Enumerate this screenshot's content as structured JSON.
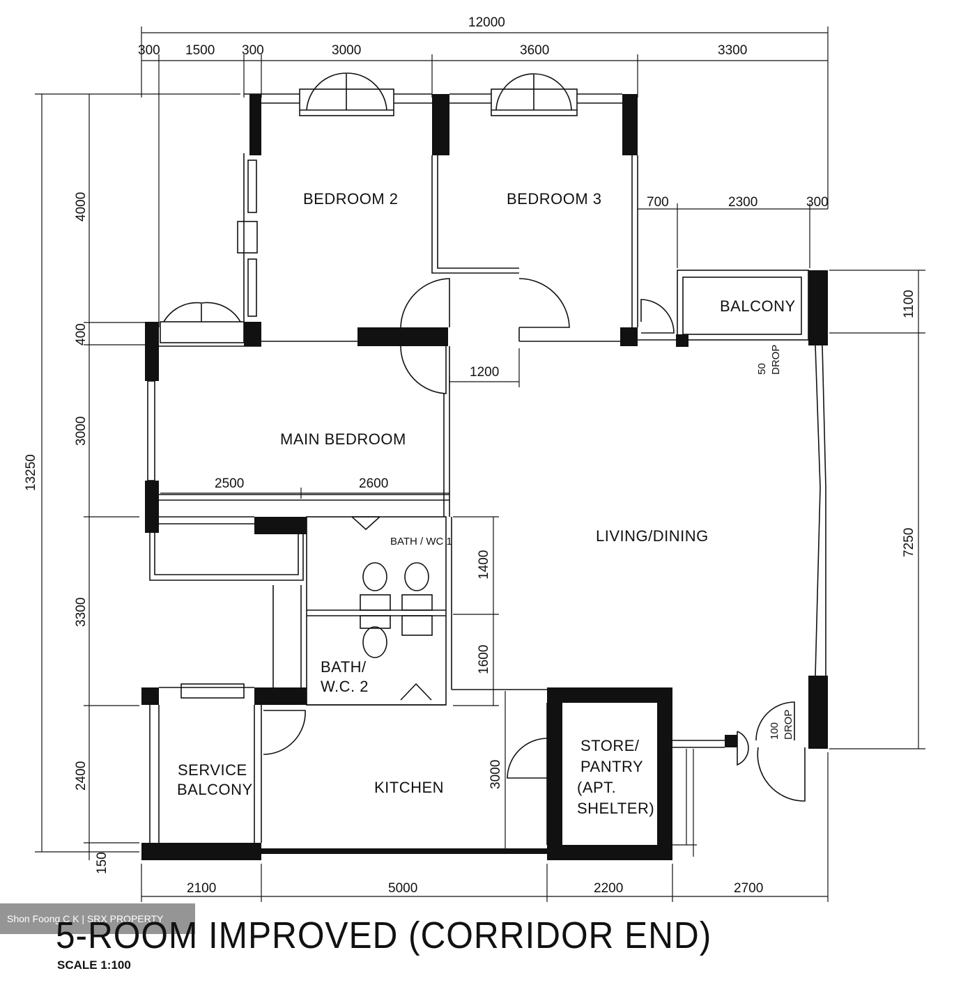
{
  "title": "5-ROOM IMPROVED (CORRIDOR END)",
  "scale": "SCALE   1:100",
  "watermark": "Shon Foong C K | SRX PROPERTY",
  "rooms": {
    "bedroom2": "BEDROOM 2",
    "bedroom3": "BEDROOM 3",
    "balcony": "BALCONY",
    "main_bedroom": "MAIN BEDROOM",
    "living_dining": "LIVING/DINING",
    "bath_wc1": "BATH / WC 1",
    "bath_wc2_line1": "BATH/",
    "bath_wc2_line2": "W.C. 2",
    "service_balcony_line1": "SERVICE",
    "service_balcony_line2": "BALCONY",
    "kitchen": "KITCHEN",
    "store_line1": "STORE/",
    "store_line2": "PANTRY",
    "store_line3": "(APT.",
    "store_line4": "SHELTER)"
  },
  "dimensions": {
    "top_total": "12000",
    "top": [
      "300",
      "1500",
      "300",
      "3000",
      "3600",
      "3300"
    ],
    "balcony_top": [
      "700",
      "2300",
      "300"
    ],
    "left_total": "13250",
    "left": [
      "4000",
      "400",
      "3000",
      "3300",
      "2400",
      "150"
    ],
    "right": [
      "1100",
      "7250"
    ],
    "bottom": [
      "2100",
      "5000",
      "2200",
      "2700"
    ],
    "corridor": "1200",
    "main_bed": [
      "2500",
      "2600"
    ],
    "bath1_height": "1400",
    "bath2_height": "1600",
    "kitchen_height": "3000",
    "drop1_value": "50",
    "drop1_word": "DROP",
    "drop2_value": "100",
    "drop2_word": "DROP"
  }
}
